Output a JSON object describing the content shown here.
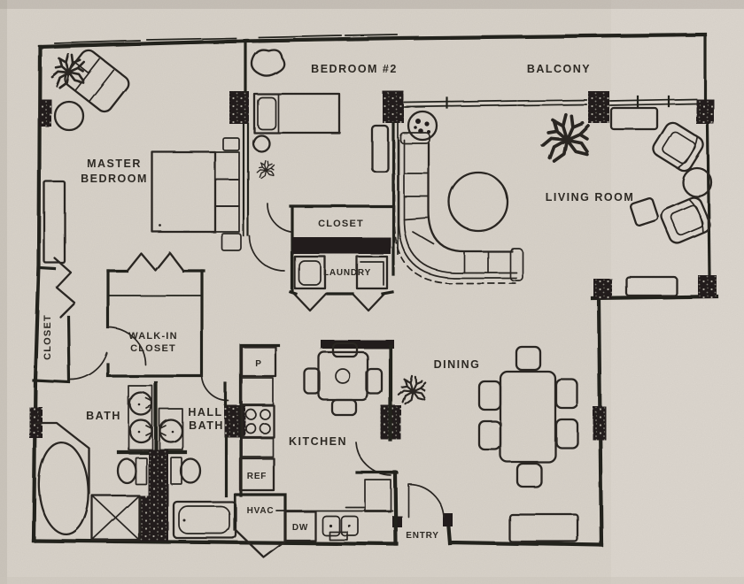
{
  "document": {
    "kind": "apartment-floor-plan-scan"
  },
  "colors": {
    "paper": "#d8d2c9",
    "ink": "#24211d"
  },
  "rooms": {
    "master_bedroom": {
      "line1": "MASTER",
      "line2": "BEDROOM"
    },
    "bedroom_2": {
      "label": "BEDROOM #2"
    },
    "balcony": {
      "label": "BALCONY"
    },
    "living_room": {
      "label": "LIVING ROOM"
    },
    "linen_closet": {
      "label": "CLOSET"
    },
    "laundry": {
      "label": "LAUNDRY"
    },
    "walk_in_closet": {
      "line1": "WALK-IN",
      "line2": "CLOSET"
    },
    "hall_closet": {
      "label": "CLOSET"
    },
    "master_bath": {
      "label": "BATH"
    },
    "hall_bath": {
      "line1": "HALL",
      "line2": "BATH"
    },
    "kitchen": {
      "label": "KITCHEN"
    },
    "dining": {
      "label": "DINING"
    },
    "entry": {
      "label": "ENTRY"
    },
    "pantry": {
      "label": "P"
    },
    "refrigerator": {
      "label": "REF"
    },
    "hvac": {
      "label": "HVAC"
    },
    "dishwasher": {
      "label": "DW"
    }
  }
}
